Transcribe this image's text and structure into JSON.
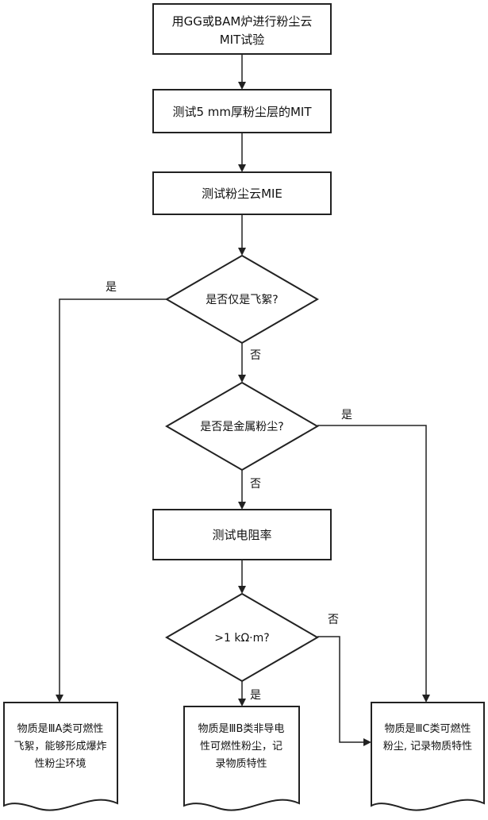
{
  "steps": {
    "s1_line1": "用GG或BAM炉进行粉尘云",
    "s1_line2": "MIT试验",
    "s2": "测试5  mm厚粉尘层的MIT",
    "s3": "测试粉尘云MIE",
    "s4": "测试电阻率"
  },
  "decisions": {
    "d1": "是否仅是飞絮?",
    "d2": "是否是金属粉尘?",
    "d3": ">1  kΩ·m?"
  },
  "branch_labels": {
    "d1_yes": "是",
    "d1_no": "否",
    "d2_yes": "是",
    "d2_no": "否",
    "d3_yes": "是",
    "d3_no": "否"
  },
  "results": {
    "r1_line1": "物质是ⅢA类可燃性",
    "r1_line2": "飞絮，能够形成爆炸",
    "r1_line3": "性粉尘环境",
    "r2_line1": "物质是ⅢB类非导电",
    "r2_line2": "性可燃性粉尘，记",
    "r2_line3": "录物质特性",
    "r3_line1": "物质是ⅢC类可燃性",
    "r3_line2": "粉尘, 记录物质特性"
  }
}
